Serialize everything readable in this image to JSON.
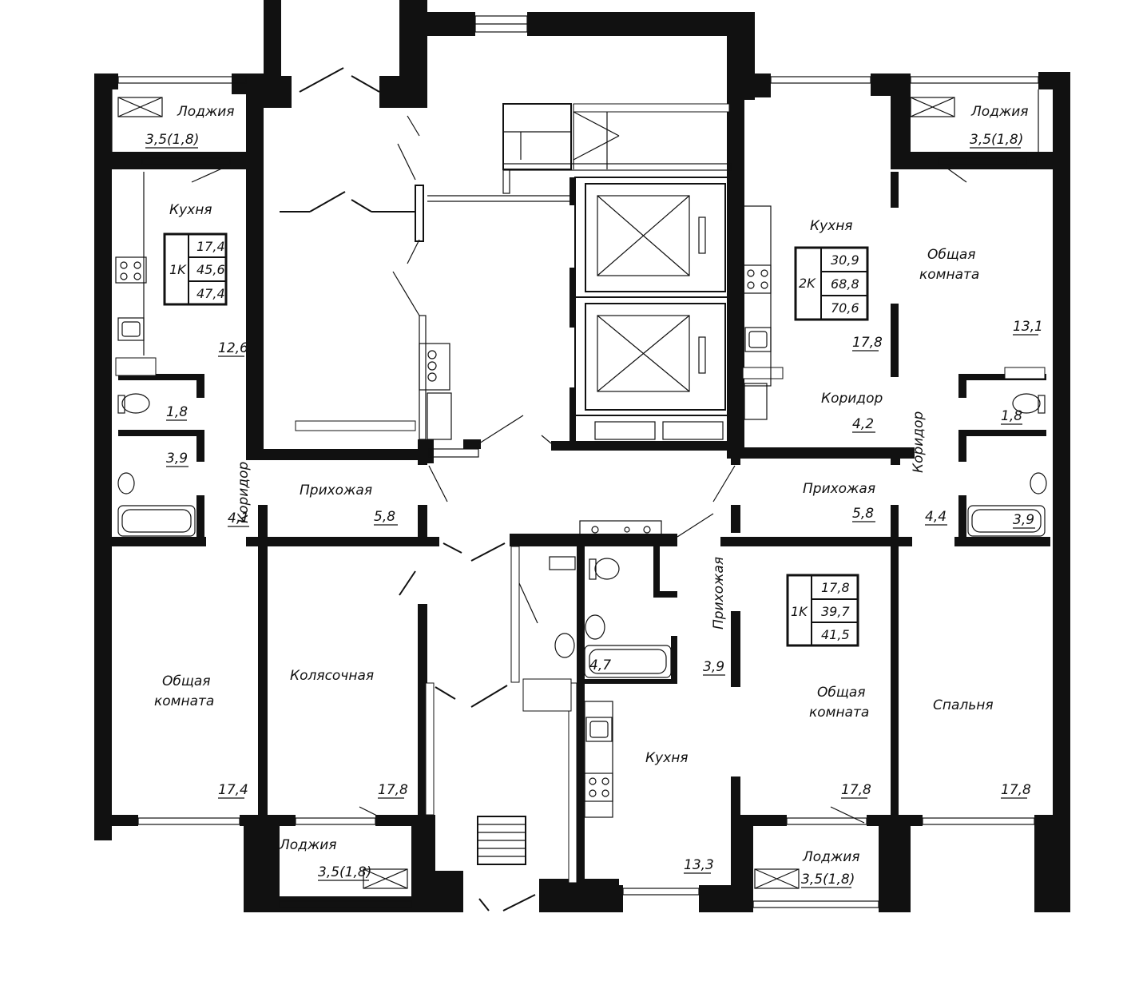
{
  "rooms": {
    "tl_loggia": {
      "name": "Лоджия",
      "area": "3,5(1,8)"
    },
    "tl_kitchen": {
      "name": "Кухня",
      "area": "12,6"
    },
    "tl_wc": {
      "area": "1,8"
    },
    "tl_bath": {
      "area": "3,9"
    },
    "tl_corridor": {
      "name": "Коридор",
      "area": "4,1"
    },
    "tl_hall": {
      "name": "Прихожая",
      "area": "5,8"
    },
    "tl_living": {
      "name1": "Общая",
      "name2": "комната",
      "area": "17,4"
    },
    "stroller": {
      "name": "Колясочная",
      "area": "17,8"
    },
    "bl_loggia": {
      "name": "Лоджия",
      "area": "3,5(1,8)"
    },
    "tr_loggia": {
      "name": "Лоджия",
      "area": "3,5(1,8)"
    },
    "tr_kitchen": {
      "name": "Кухня",
      "area": "17,8"
    },
    "tr_living": {
      "name1": "Общая",
      "name2": "комната",
      "area": "13,1"
    },
    "tr_corridor_a": {
      "name": "Коридор",
      "area": "4,2"
    },
    "tr_corridor_b": {
      "name": "Коридор",
      "area": "4,4"
    },
    "tr_wc": {
      "area": "1,8"
    },
    "tr_bath": {
      "area": "3,9"
    },
    "tr_hall": {
      "name": "Прихожая",
      "area": "5,8"
    },
    "br_hall": {
      "name": "Прихожая",
      "area": "3,9"
    },
    "br_bath": {
      "area": "4,7"
    },
    "br_kitchen": {
      "name": "Кухня",
      "area": "13,3"
    },
    "br_living": {
      "name1": "Общая",
      "name2": "комната",
      "area": "17,8"
    },
    "br_bedroom": {
      "name": "Спальня",
      "area": "17,8"
    },
    "br_loggia": {
      "name": "Лоджия",
      "area": "3,5(1,8)"
    }
  },
  "apartments": {
    "a1": {
      "type": "1K",
      "v1": "17,4",
      "v2": "45,6",
      "v3": "47,4"
    },
    "a2": {
      "type": "2K",
      "v1": "30,9",
      "v2": "68,8",
      "v3": "70,6"
    },
    "a3": {
      "type": "1K",
      "v1": "17,8",
      "v2": "39,7",
      "v3": "41,5"
    }
  }
}
